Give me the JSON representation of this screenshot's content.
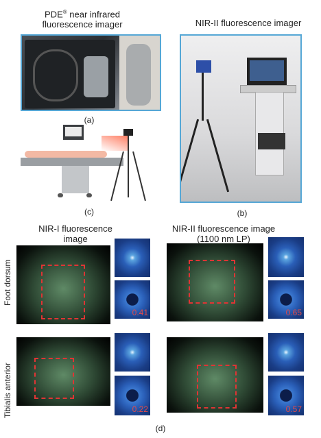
{
  "panel_a": {
    "title_prefix": "PDE",
    "title_sup": "®",
    "title_rest": " near infrared",
    "title_line2": "fluorescence imager",
    "label": "(a)"
  },
  "panel_b": {
    "title": "NIR-II fluorescence imager",
    "label": "(b)"
  },
  "panel_c": {
    "label": "(c)"
  },
  "panel_d": {
    "label": "(d)",
    "col1_line1": "NIR-I fluorescence",
    "col1_line2": "image",
    "col2_line1": "NIR-II fluorescence image",
    "col2_line2": "(1100 nm LP)",
    "row1_label": "Foot dorsum",
    "row2_label": "Tibialis anterior",
    "values": {
      "r1c1": "0.41",
      "r1c2": "0.65",
      "r2c1": "0.22",
      "r2c2": "0.57"
    }
  },
  "colors": {
    "frame": "#55a7d6",
    "dash": "#e03434",
    "value_text": "#e04a4a"
  }
}
